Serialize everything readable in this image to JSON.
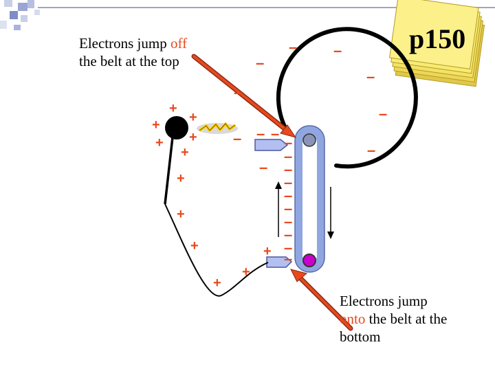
{
  "top_caption": {
    "line1_pre": "Electrons jump ",
    "line1_hl": "off",
    "line2": "the belt at the top"
  },
  "bottom_caption": {
    "line1": "Electrons jump",
    "line2_hl": "onto",
    "line2_post": " the belt at the",
    "line3": "bottom"
  },
  "page_ref": "p150",
  "charge_symbols": {
    "positive": "+",
    "negative": "–"
  },
  "colors": {
    "accent": "#e8491d",
    "belt": "#8fa6e0",
    "top_roller": "#8a94b8",
    "bottom_roller": "#cc00cc",
    "sticky_note": "#f5e56b"
  }
}
